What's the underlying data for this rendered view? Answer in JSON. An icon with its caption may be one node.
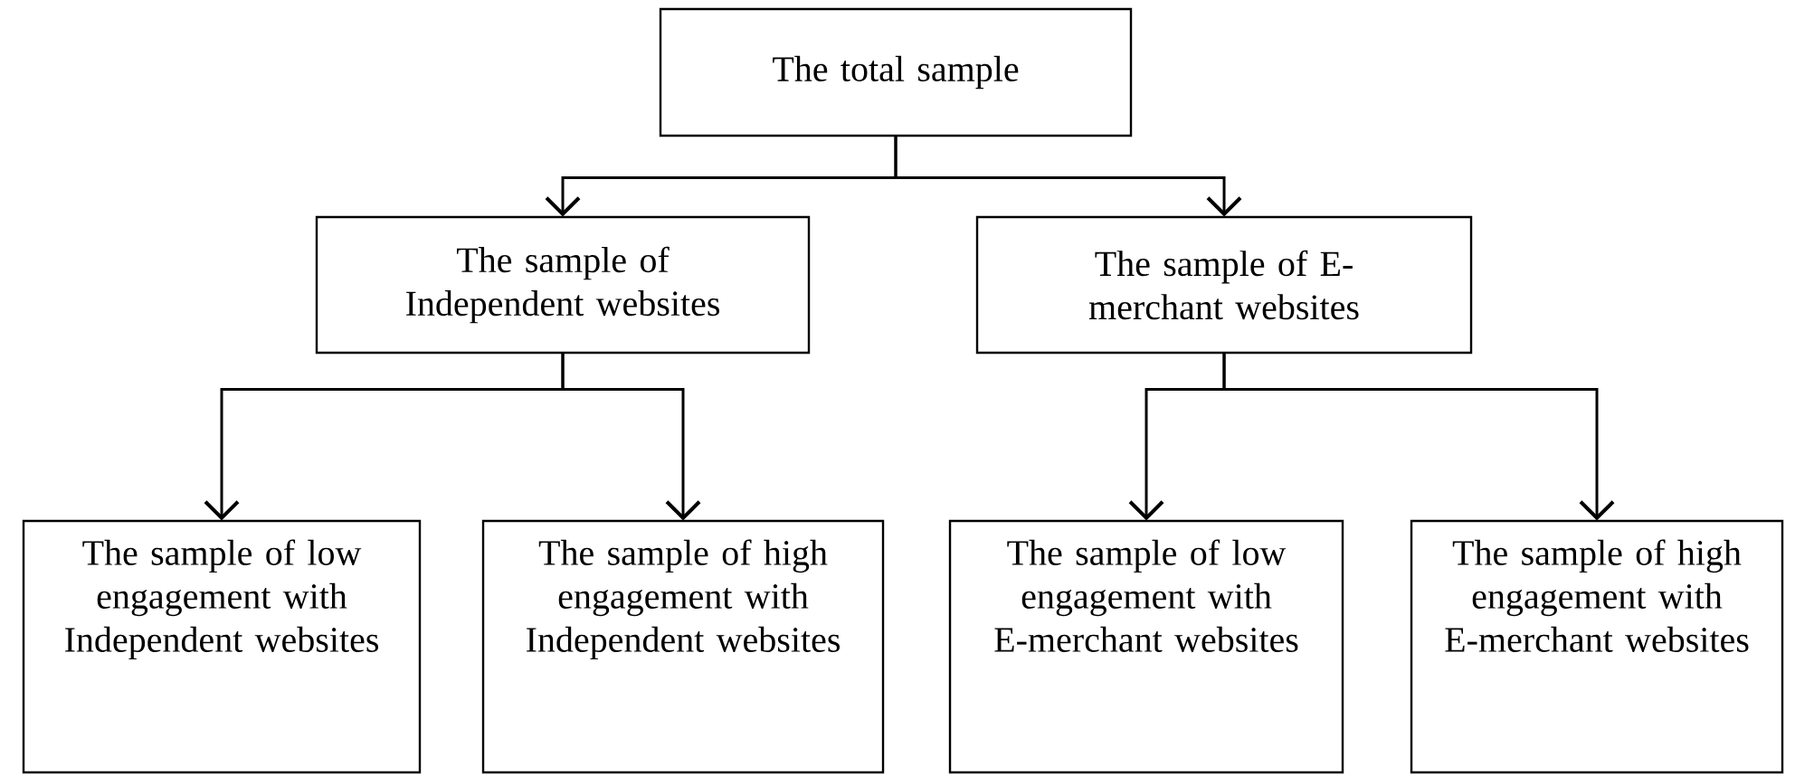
{
  "diagram": {
    "nodes": [
      {
        "text": [
          "The total sample"
        ]
      },
      {
        "text": [
          "The sample of Independent websites"
        ]
      },
      {
        "text": [
          "The sample of E-merchant websites"
        ]
      },
      {
        "text": [
          "The sample of low engagement with Independent websites"
        ]
      },
      {
        "text": [
          "The sample of high engagement with Independent websites"
        ]
      },
      {
        "text": [
          "The sample of low engagement with E-merchant websites"
        ]
      },
      {
        "text": [
          "The sample of high engagement with E-merchant websites"
        ]
      }
    ],
    "edges": [
      {
        "from": 0,
        "to": 1,
        "arrow": "to"
      },
      {
        "from": 0,
        "to": 2,
        "arrow": "to"
      },
      {
        "from": 1,
        "to": 3,
        "arrow": "to"
      },
      {
        "from": 1,
        "to": 4,
        "arrow": "to"
      },
      {
        "from": 2,
        "to": 5,
        "arrow": "to"
      },
      {
        "from": 2,
        "to": 6,
        "arrow": "to"
      }
    ]
  }
}
